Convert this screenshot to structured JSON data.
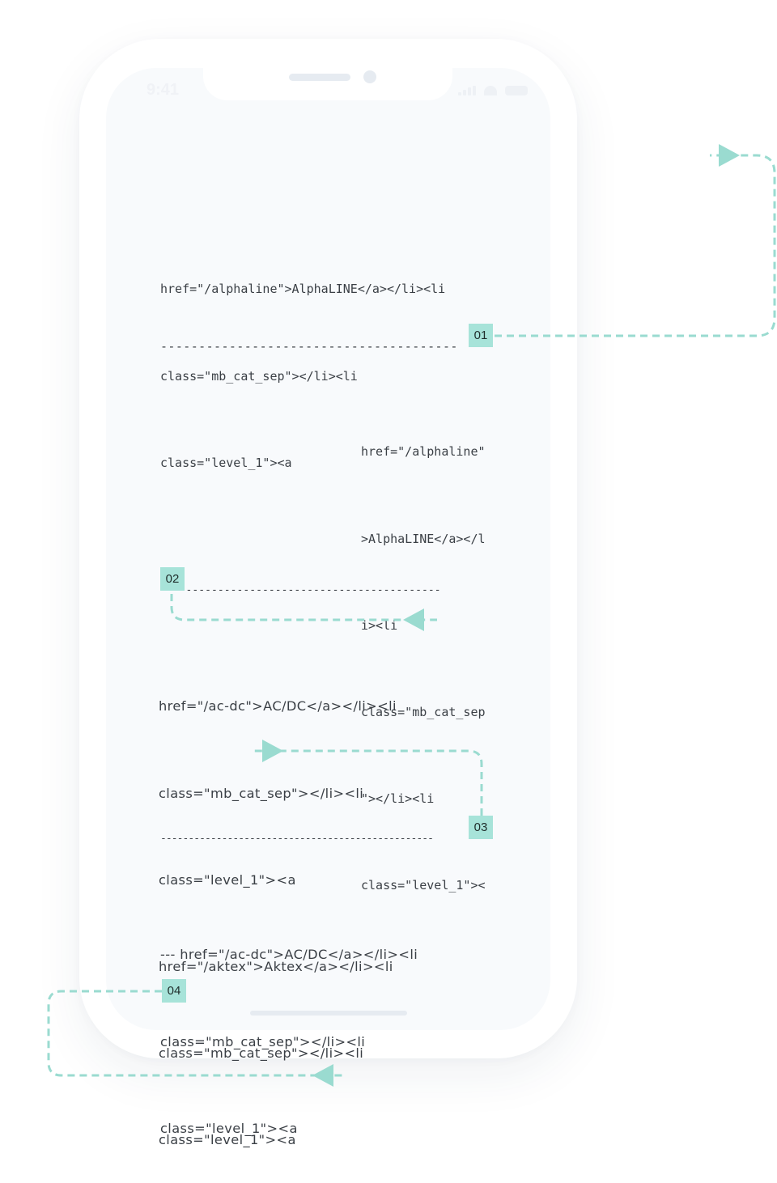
{
  "status_bar": {
    "time": "9:41"
  },
  "blocks": [
    {
      "lines": [
        "href=\"/alphaline\">AlphaLINE</a></li><li",
        "class=\"mb_cat_sep\"></li><li",
        "class=\"level_1\"><a"
      ],
      "separator": "---------------------------------------"
    },
    {
      "lines": [
        "href=\"/alphaline\"",
        ">AlphaLINE</a></l",
        "i><li",
        "class=\"mb_cat_sep",
        "\"></li><li",
        "class=\"level_1\"><"
      ],
      "separator": "--------------------------------------------"
    },
    {
      "lines": [
        "href=\"/ac-dc\">AC/DC</a></li><li",
        "class=\"mb_cat_sep\"></li><li",
        "class=\"level_1\"><a",
        "href=\"/aktex\">Aktex</a></li><li",
        "class=\"mb_cat_sep\"></li><li",
        "class=\"level_1\"><a"
      ],
      "separator": "-------------------------------------------------"
    },
    {
      "lines": [
        "--- href=\"/ac-dc\">AC/DC</a></li><li",
        "class=\"mb_cat_sep\"></li><li",
        "class=\"level_1\"><a"
      ]
    }
  ],
  "markers": [
    "01",
    "02",
    "03",
    "04"
  ],
  "colors": {
    "accent": "#a7e3d9",
    "connector": "#9adbd0",
    "text": "#3a3f45",
    "screen_bg": "#f8fafc",
    "frame": "#ffffff"
  },
  "icons": [
    "signal-icon",
    "wifi-icon",
    "battery-icon",
    "arrow-icon"
  ]
}
